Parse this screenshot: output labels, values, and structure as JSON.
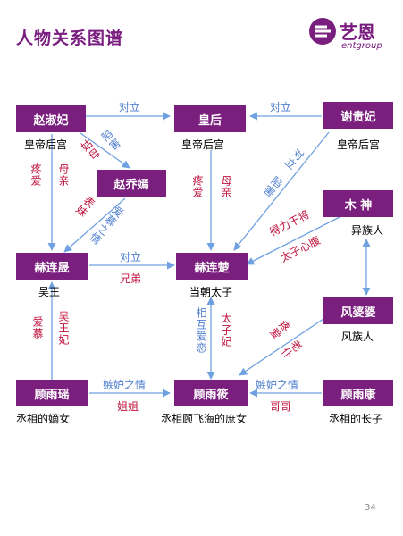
{
  "title": "人物关系图谱",
  "logo": {
    "name": "艺恩",
    "sub": "entgroup"
  },
  "page_number": "34",
  "colors": {
    "node": "#7b1f7f",
    "arrow": "#6fa0e0",
    "label_blue": "#4f7fd0",
    "label_red": "#c0133f"
  },
  "nodes": {
    "zhaoshufei": {
      "name": "赵淑妃",
      "sub": "皇帝后宫"
    },
    "huanghou": {
      "name": "皇后",
      "sub": "皇帝后宫"
    },
    "xieguifei": {
      "name": "谢贵妃",
      "sub": "皇帝后宫"
    },
    "zhaoqiaoyan": {
      "name": "赵乔嫣"
    },
    "mushen": {
      "name": "木 神",
      "sub": "异族人"
    },
    "helansheng": {
      "name": "赫连晟",
      "sub": "吴王"
    },
    "helanchu": {
      "name": "赫连楚",
      "sub": "当朝太子"
    },
    "fengpopo": {
      "name": "风婆婆",
      "sub": "风族人"
    },
    "guyuyao": {
      "name": "顾雨瑶",
      "sub": "丞相的嫡女"
    },
    "guyuxiao": {
      "name": "顾雨筱",
      "sub": "丞相顾飞海的庶女"
    },
    "guyukang": {
      "name": "顾雨康",
      "sub": "丞相的长子"
    }
  },
  "labels": {
    "l1": "对立",
    "l2": "对立",
    "l3": "姑母",
    "l4": "陷害",
    "l5": "疼爱",
    "l6": "母亲",
    "l7": "表妹",
    "l8": "爱慕之情",
    "l9": "疼爱",
    "l10": "母亲",
    "l11": "对立",
    "l12": "陷害",
    "l13": "得力干将",
    "l14": "太子心腹",
    "l15": "对立",
    "l16": "兄弟",
    "l17": "爱慕",
    "l18": "吴王妃",
    "l19": "相互爱恋",
    "l20": "太子妃",
    "l21": "疼爱",
    "l22": "老仆",
    "l23": "嫉妒之情",
    "l24": "姐姐",
    "l25": "嫉妒之情",
    "l26": "哥哥"
  }
}
